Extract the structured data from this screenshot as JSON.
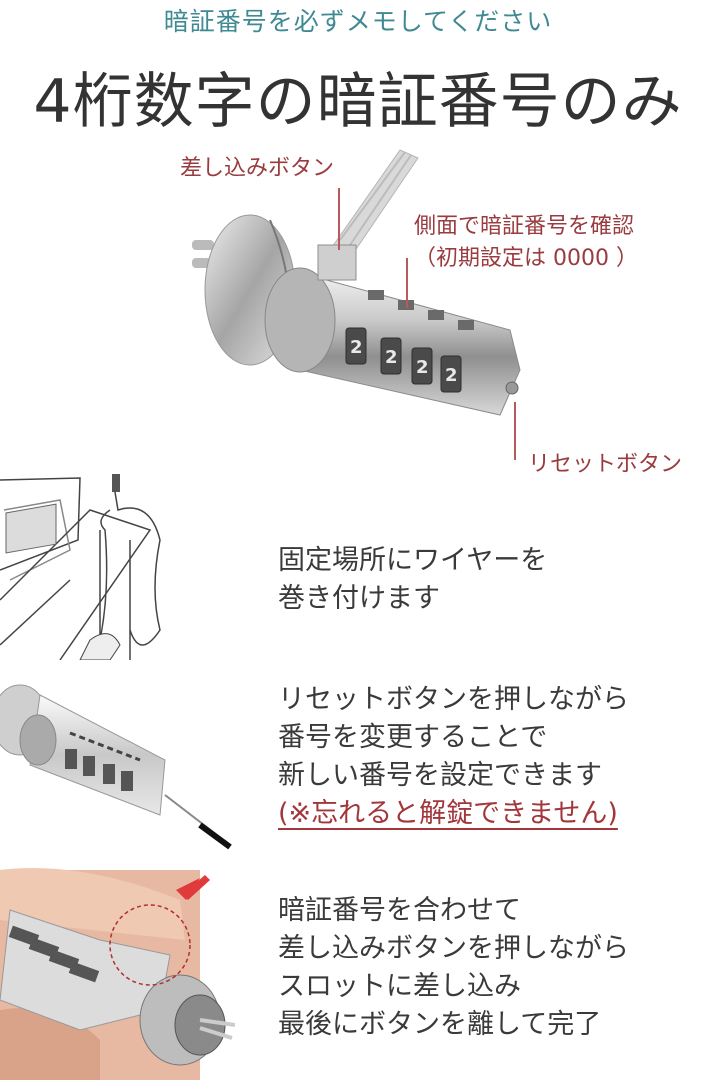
{
  "header": {
    "subtitle": "暗証番号を必ずメモしてください",
    "title": "4桁数字の暗証番号のみ"
  },
  "product_diagram": {
    "callouts": {
      "insert_button": "差し込みボタン",
      "check_side_line1": "側面で暗証番号を確認",
      "check_side_line2": "（初期設定は 0000 ）",
      "reset_button": "リセットボタン"
    },
    "dial_digits": [
      "2",
      "2",
      "2",
      "2"
    ]
  },
  "steps": [
    {
      "image": "laptop-desk-wire-illustration",
      "lines": [
        "固定場所にワイヤーを",
        "巻き付けます"
      ]
    },
    {
      "image": "reset-button-pin-photo",
      "lines": [
        "リセットボタンを押しながら",
        "番号を変更することで",
        "新しい番号を設定できます"
      ],
      "warning": "(※忘れると解錠できません)"
    },
    {
      "image": "hand-inserting-lock-photo",
      "lines": [
        "暗証番号を合わせて",
        "差し込みボタンを押しながら",
        "スロットに差し込み",
        "最後にボタンを離して完了"
      ]
    }
  ],
  "colors": {
    "subtitle": "#3f8a92",
    "title": "#333333",
    "callout": "#9a3b3f",
    "warning": "#a2363b",
    "arrow": "#e03a3a"
  }
}
